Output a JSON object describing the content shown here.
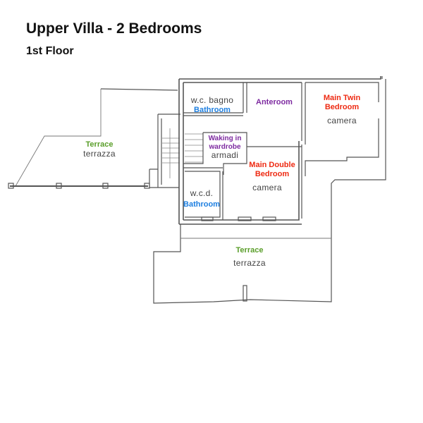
{
  "header": {
    "title": "Upper Villa - 2 Bedrooms",
    "subtitle": "1st Floor"
  },
  "colors": {
    "terrace_label": "#5a9e2a",
    "bathroom_label": "#1e7fe0",
    "anteroom_label": "#7d2aa0",
    "bedroom_label": "#ee2a12",
    "wall": "#555555"
  },
  "rooms": {
    "terrace_west": {
      "label_en": "Terrace",
      "label_it": "terrazza"
    },
    "bathroom_upper": {
      "label_it": "w.c. bagno",
      "label_en": "Bathroom"
    },
    "anteroom": {
      "label_en": "Anteroom"
    },
    "main_twin_bedroom": {
      "label_en_line1": "Main Twin",
      "label_en_line2": "Bedroom",
      "label_it": "camera"
    },
    "walk_in_wardrobe": {
      "label_en_line1": "Waking in",
      "label_en_line2": "wardrobe",
      "label_it": "armadi"
    },
    "main_double_bedroom": {
      "label_en_line1": "Main Double",
      "label_en_line2": "Bedroom",
      "label_it": "camera"
    },
    "bathroom_lower": {
      "label_it": "w.c.d.",
      "label_en": "Bathroom"
    },
    "terrace_south": {
      "label_en": "Terrace",
      "label_it": "terrazza"
    }
  }
}
